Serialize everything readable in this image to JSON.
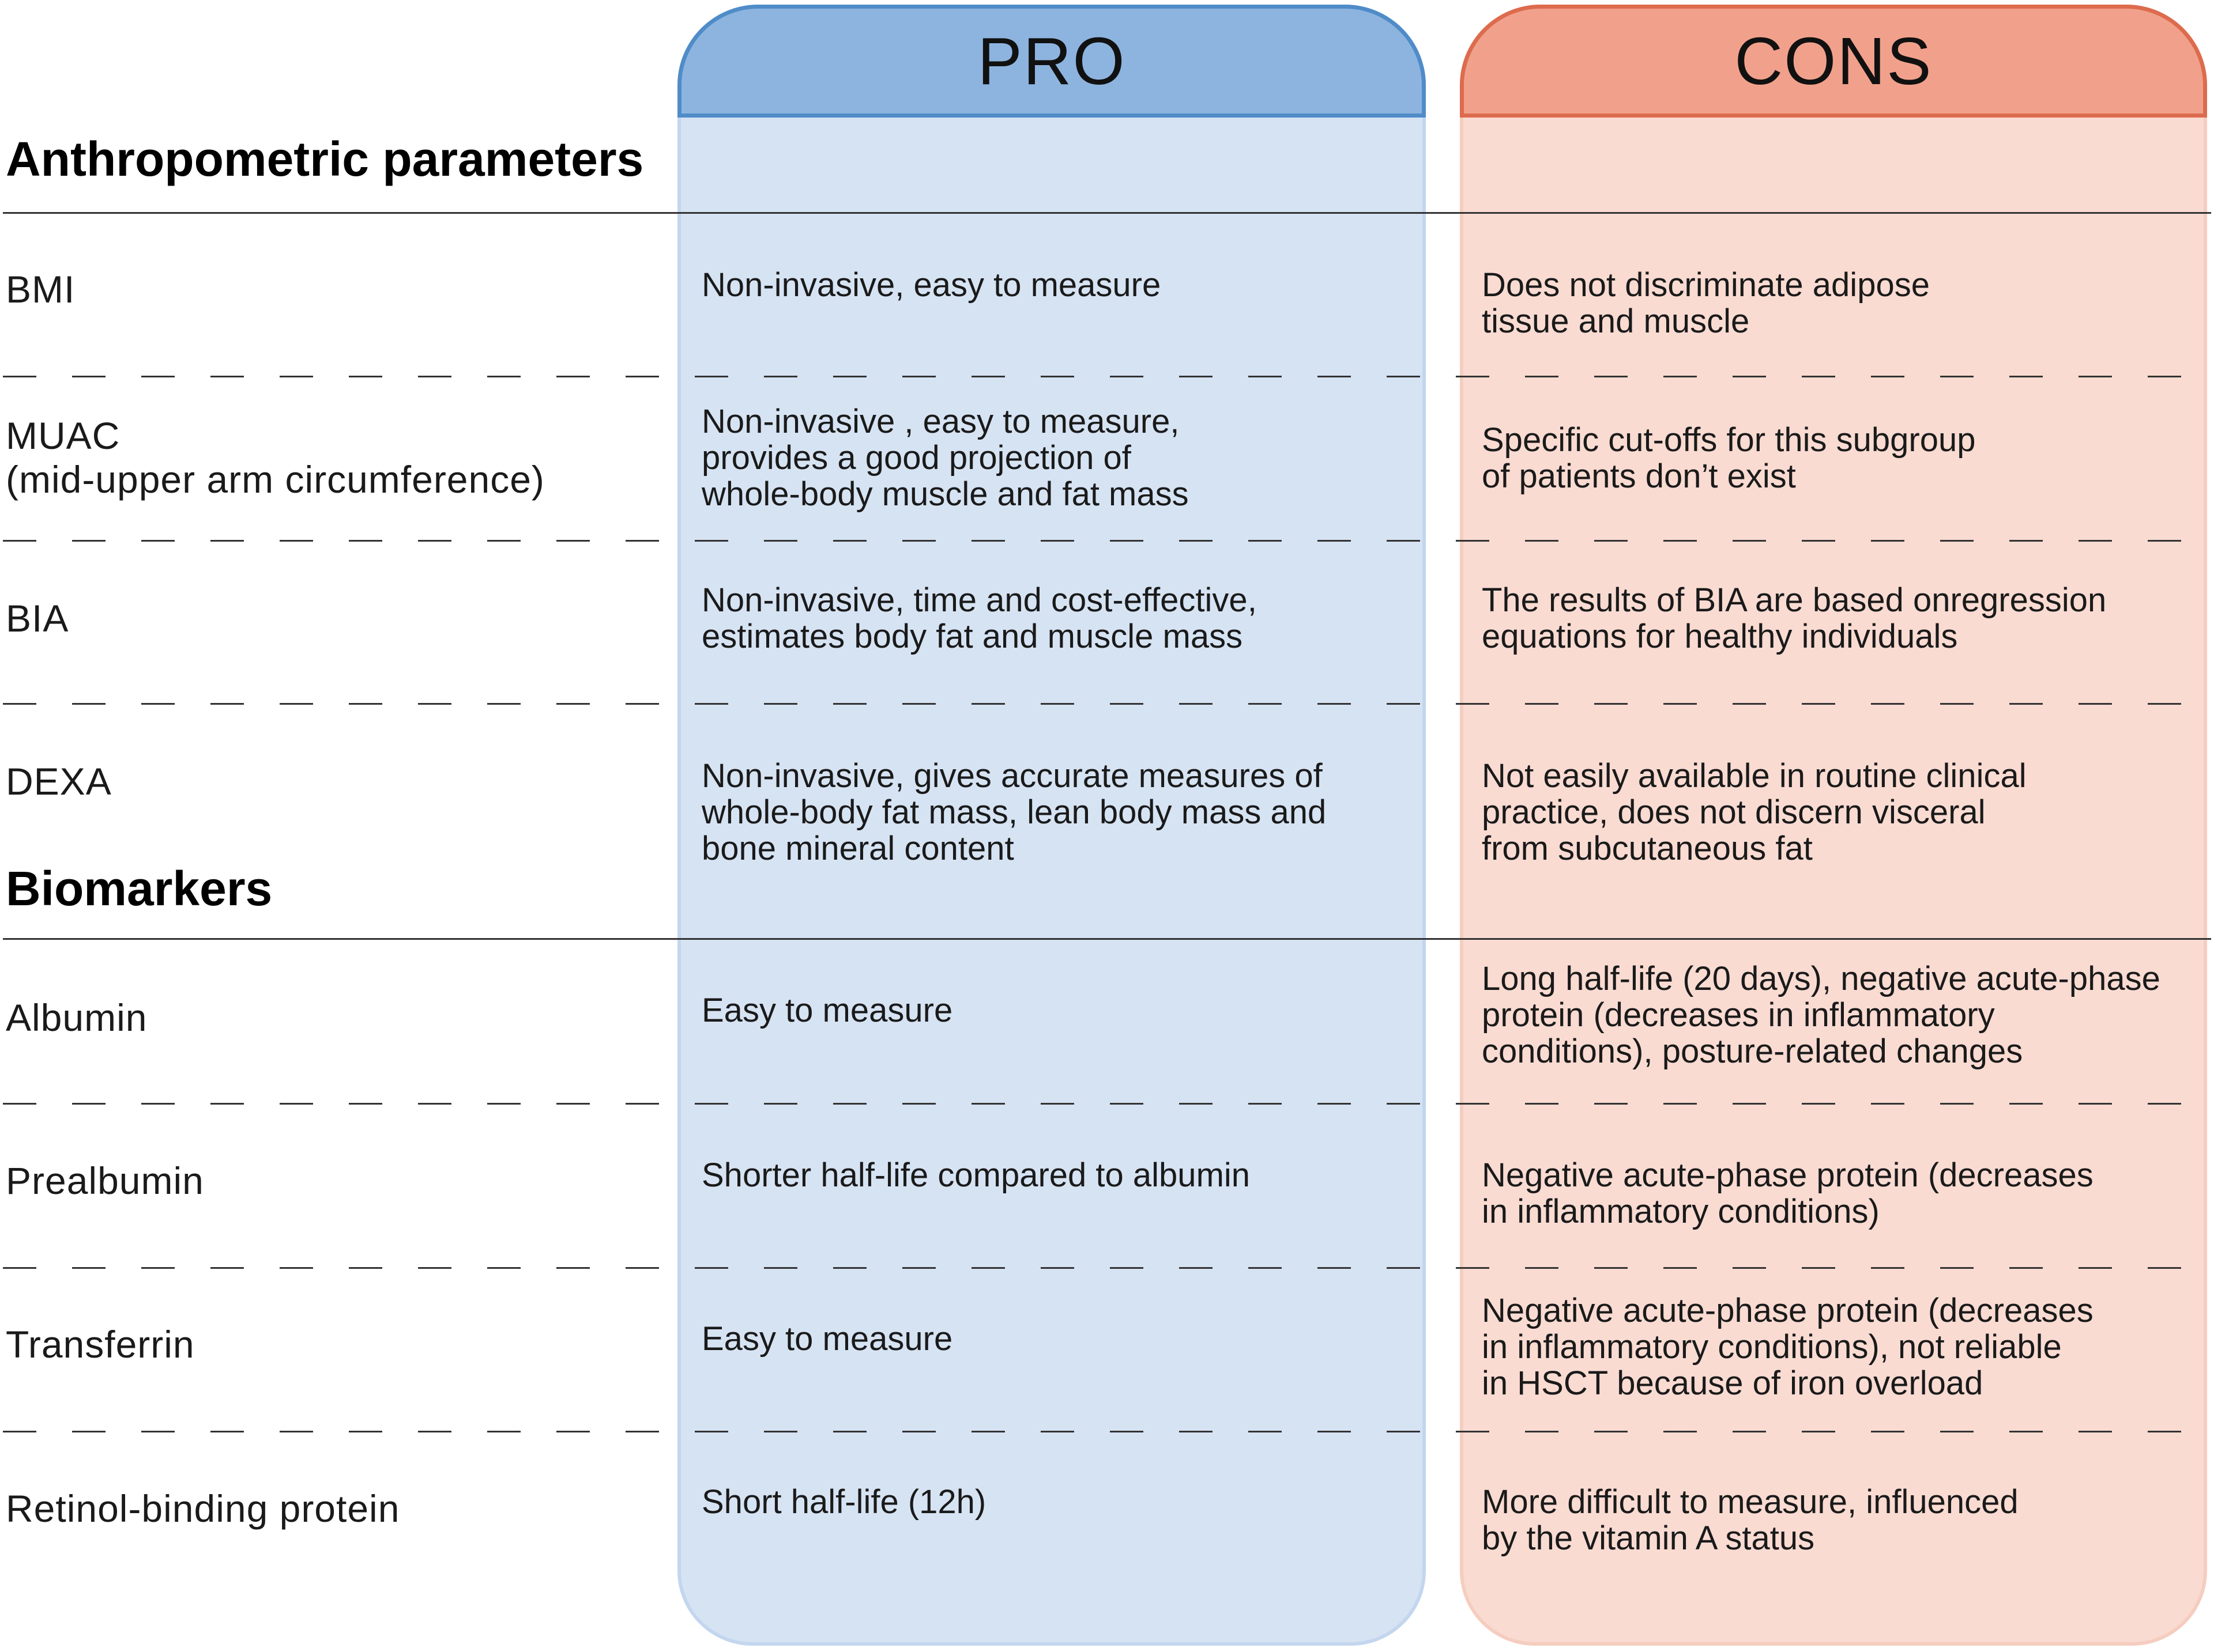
{
  "columns": {
    "pro": "PRO",
    "cons": "CONS"
  },
  "sections": {
    "anthropometric": "Anthropometric parameters",
    "biomarkers": "Biomarkers"
  },
  "rows": [
    {
      "label": "BMI",
      "pro": "Non-invasive, easy to measure",
      "cons": "Does not discriminate adipose\ntissue and muscle"
    },
    {
      "label": "MUAC\n(mid-upper arm circumference)",
      "pro": "Non-invasive , easy to measure,\nprovides a good projection of\nwhole-body muscle and fat mass",
      "cons": "Specific cut-offs for this subgroup\nof patients don’t exist"
    },
    {
      "label": "BIA",
      "pro": "Non-invasive, time and cost-effective,\nestimates body fat and muscle mass",
      "cons": "The results of BIA are based onregression\nequations for healthy individuals"
    },
    {
      "label": "DEXA",
      "pro": "Non-invasive, gives accurate measures of\nwhole-body fat mass, lean body mass and\nbone mineral content",
      "cons": "Not easily available in routine clinical\npractice, does not discern visceral\nfrom subcutaneous fat"
    },
    {
      "label": "Albumin",
      "pro": "Easy to measure",
      "cons": "Long half-life (20 days), negative acute-phase\nprotein (decreases in inflammatory\nconditions), posture-related changes"
    },
    {
      "label": "Prealbumin",
      "pro": "Shorter half-life compared to albumin",
      "cons": "Negative acute-phase protein (decreases\nin inflammatory conditions)"
    },
    {
      "label": "Transferrin",
      "pro": "Easy to measure",
      "cons": "Negative acute-phase protein (decreases\nin inflammatory conditions), not reliable\nin HSCT because of iron overload"
    },
    {
      "label": "Retinol-binding protein",
      "pro": "Short half-life (12h)",
      "cons": "More difficult to measure, influenced\nby the vitamin A status"
    }
  ]
}
